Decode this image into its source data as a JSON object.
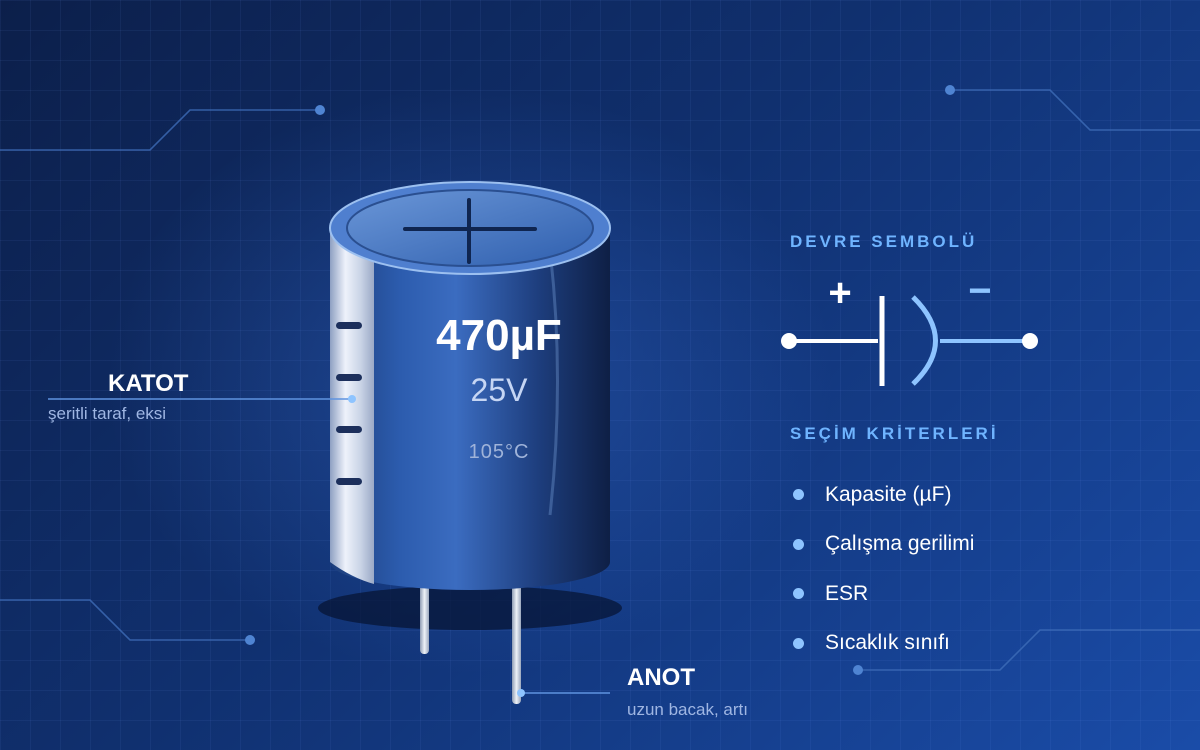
{
  "capacitor": {
    "capacitance": "470µF",
    "voltage": "25V",
    "temperature": "105°C"
  },
  "labels": {
    "katot_title": "KATOT",
    "katot_sub": "şeritli taraf, eksi",
    "anot_title": "ANOT",
    "anot_sub": "uzun bacak, artı"
  },
  "symbol": {
    "title": "DEVRE SEMBOLÜ",
    "plus": "+",
    "minus": "−"
  },
  "criteria": {
    "title": "SEÇİM KRİTERLERİ",
    "items": [
      "Kapasite (µF)",
      "Çalışma gerilimi",
      "ESR",
      "Sıcaklık sınıfı"
    ]
  },
  "colors": {
    "accent": "#6fb4ff",
    "background": "#10306f",
    "capacitor_body": "#2a5aa8"
  }
}
